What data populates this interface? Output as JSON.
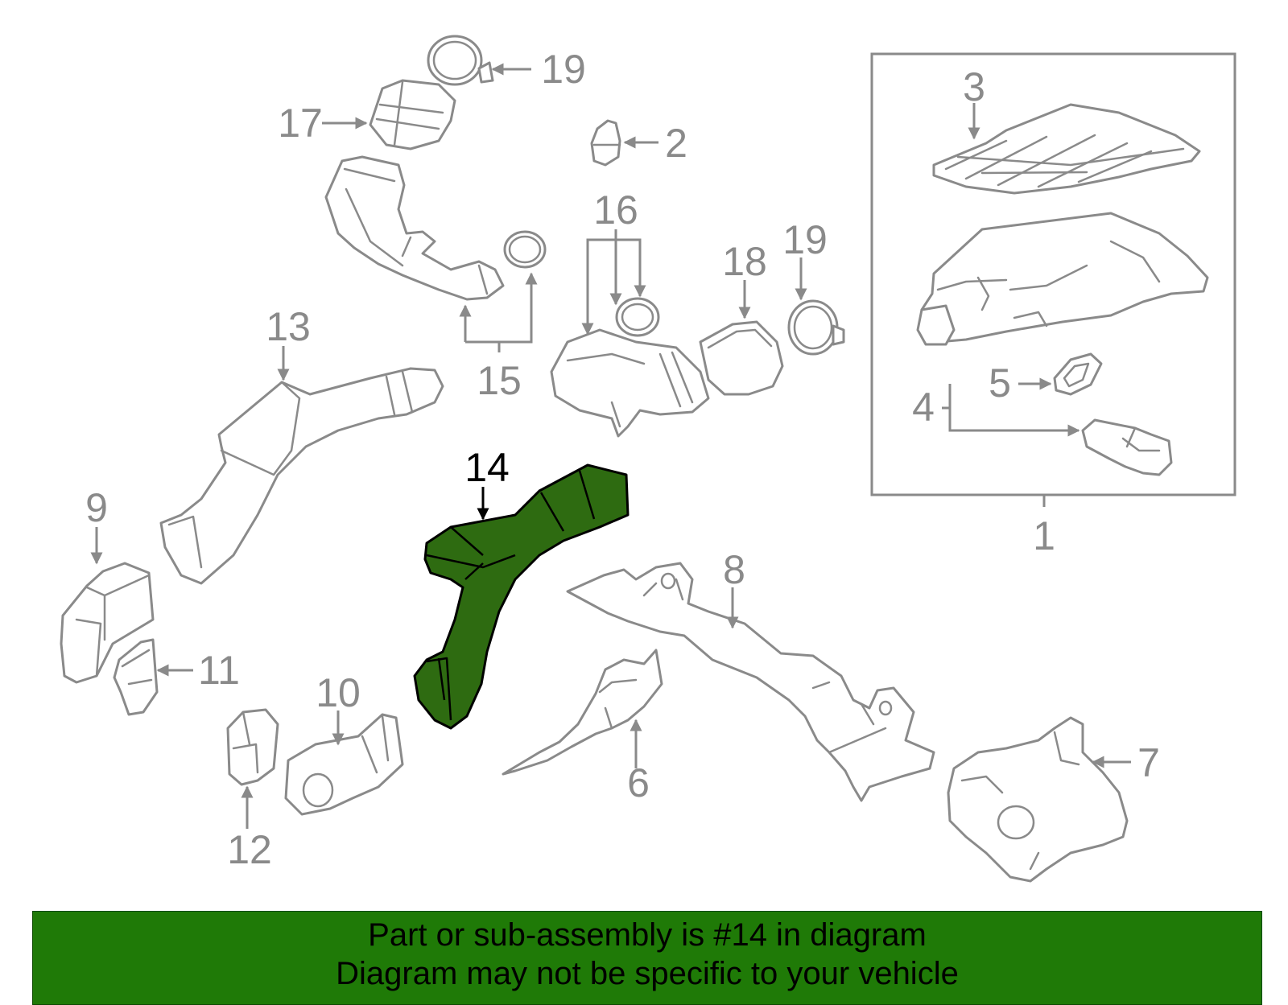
{
  "diagram": {
    "highlight_color": "#2e6b11",
    "line_color": "#8a8a8a",
    "highlighted_part": "14",
    "callouts": {
      "c1": "1",
      "c2": "2",
      "c3": "3",
      "c4": "4",
      "c5": "5",
      "c6": "6",
      "c7": "7",
      "c8": "8",
      "c9": "9",
      "c10": "10",
      "c11": "11",
      "c12": "12",
      "c13": "13",
      "c14": "14",
      "c15": "15",
      "c16": "16",
      "c17": "17",
      "c18": "18",
      "c19a": "19",
      "c19b": "19"
    }
  },
  "banner": {
    "color": "#1f7a07",
    "line1": "Part or sub-assembly is #14 in diagram",
    "line2": "Diagram may not be specific to your vehicle"
  }
}
